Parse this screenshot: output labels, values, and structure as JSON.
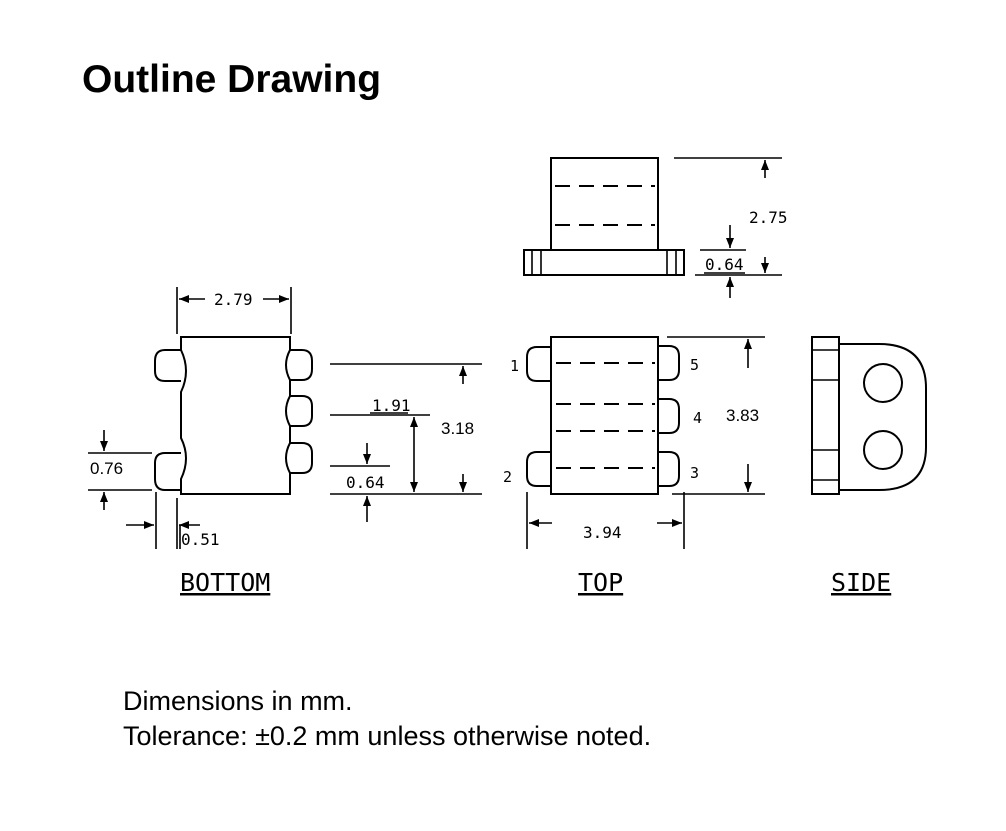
{
  "title": "Outline Drawing",
  "views": {
    "bottom": "BOTTOM",
    "top": "TOP",
    "side": "SIDE"
  },
  "dimensions": {
    "side_height": "2.75",
    "side_flange": "0.64",
    "bottom_width": "2.79",
    "pad_spacing": "1.91",
    "bottom_height": "3.18",
    "pad_height": "0.64",
    "pad_width": "0.76",
    "pad_offset": "0.51",
    "top_height": "3.83",
    "top_width": "3.94"
  },
  "pins": [
    "1",
    "2",
    "3",
    "4",
    "5"
  ],
  "notes": {
    "units": "Dimensions in mm.",
    "tolerance": "Tolerance: ±0.2 mm unless otherwise noted."
  }
}
